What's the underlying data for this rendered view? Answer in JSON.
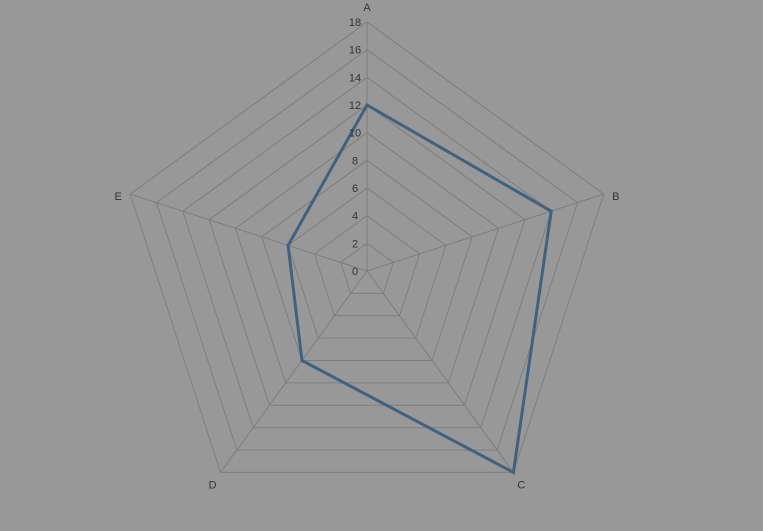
{
  "chart_data": {
    "type": "radar",
    "categories": [
      "A",
      "B",
      "C",
      "D",
      "E"
    ],
    "series": [
      {
        "values": [
          12,
          14,
          18,
          8,
          6
        ]
      }
    ],
    "rlim": [
      0,
      18
    ],
    "ticks": [
      0,
      2,
      4,
      6,
      8,
      10,
      12,
      14,
      16,
      18
    ],
    "tick_labels": [
      "0",
      "2",
      "4",
      "6",
      "8",
      "10",
      "12",
      "14",
      "16",
      "18"
    ],
    "grid": true,
    "legend": "none",
    "colors": {
      "background": "#989898",
      "grid": "#7e7e7e",
      "series": "#3f6280",
      "text": "#333333"
    }
  }
}
